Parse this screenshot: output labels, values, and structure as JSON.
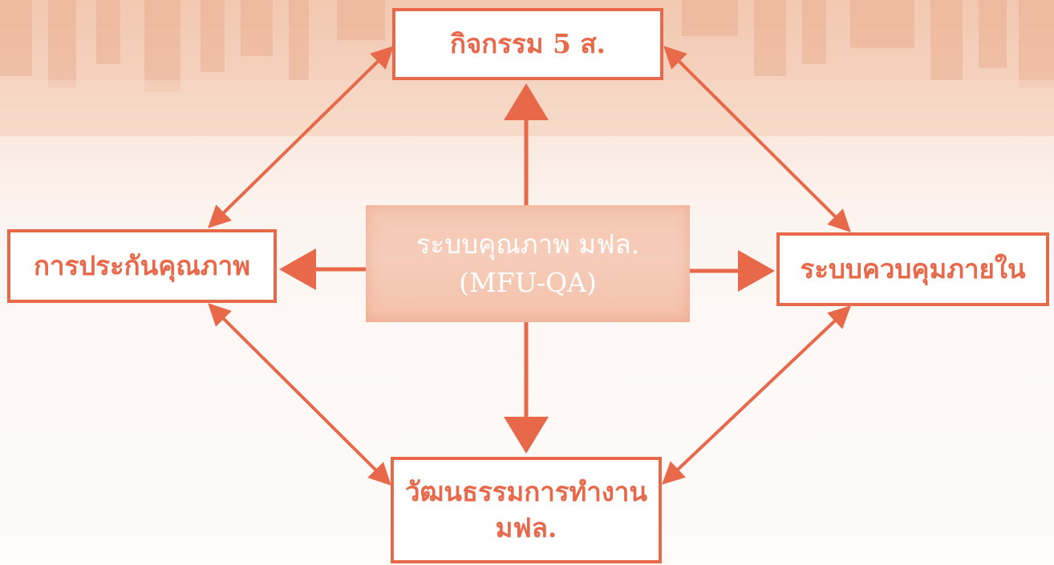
{
  "diagram": {
    "center": {
      "line1": "ระบบคุณภาพ มฟล.",
      "line2": "(MFU-QA)"
    },
    "nodes": {
      "top": "กิจกรรม 5 ส.",
      "left": "การประกันคุณภาพ",
      "right": "ระบบควบคุมภายใน",
      "bottom_line1": "วัฒนธรรมการทำงาน",
      "bottom_line2": "มฟล."
    },
    "colors": {
      "accent": "#e8684a",
      "center_fill": "#f5c7b2",
      "center_text": "#ffffff"
    }
  }
}
